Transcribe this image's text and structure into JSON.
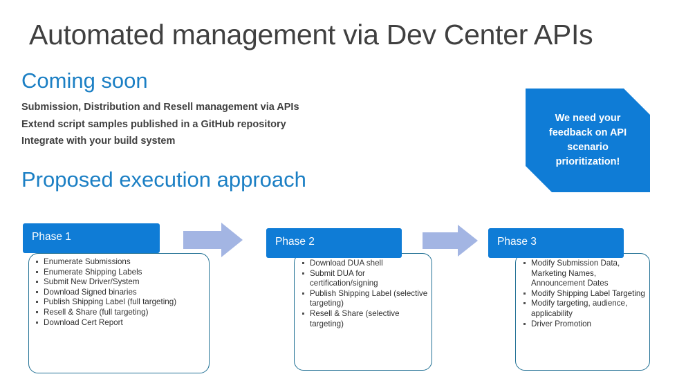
{
  "slide": {
    "title": "Automated management via Dev Center APIs",
    "coming_soon": {
      "heading": "Coming soon",
      "lines": [
        "Submission, Distribution and Resell management via APIs",
        "Extend script samples published in a GitHub repository",
        "Integrate with your build system"
      ]
    },
    "proposed": {
      "heading": "Proposed execution approach"
    },
    "callout": {
      "text": "We need your feedback on API scenario prioritization!",
      "color": "#0F7CD6"
    },
    "colors": {
      "accent_blue": "#0F7CD6",
      "heading_blue": "#1B7FC4",
      "arrow_blue": "#A3B5E3",
      "card_border": "#1F6F93",
      "body_text": "#404040"
    },
    "phases": [
      {
        "label": "Phase 1",
        "items": [
          "Enumerate Submissions",
          "Enumerate Shipping Labels",
          "Submit New Driver/System",
          "Download Signed binaries",
          "Publish Shipping Label (full targeting)",
          "Resell & Share (full targeting)",
          "Download Cert Report"
        ]
      },
      {
        "label": "Phase 2",
        "items": [
          "Download DUA shell",
          "Submit DUA for certification/signing",
          "Publish Shipping Label (selective targeting)",
          "Resell & Share (selective targeting)"
        ]
      },
      {
        "label": "Phase 3",
        "items": [
          "Modify Submission Data, Marketing Names, Announcement Dates",
          "Modify Shipping Label Targeting",
          "Modify targeting, audience, applicability",
          "Driver Promotion"
        ]
      }
    ],
    "arrows": [
      {
        "name": "arrow-phase1-to-phase2"
      },
      {
        "name": "arrow-phase2-to-phase3"
      }
    ]
  }
}
